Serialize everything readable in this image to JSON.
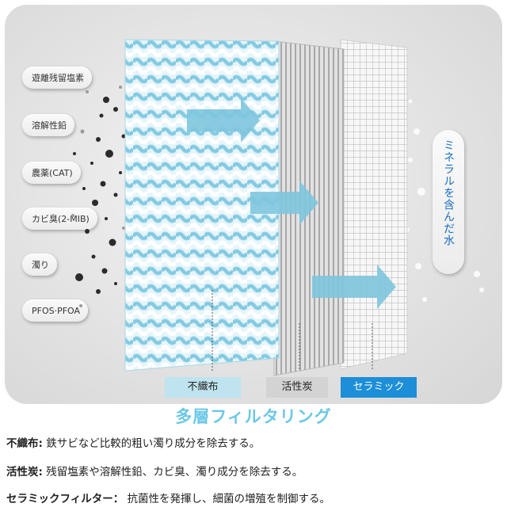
{
  "contaminants": [
    {
      "label": "遊離残留塩素",
      "icon": "contaminant-pill"
    },
    {
      "label": "溶解性鉛",
      "icon": "contaminant-pill"
    },
    {
      "label": "農薬(CAT)",
      "icon": "contaminant-pill"
    },
    {
      "label": "カビ臭(2-MIB)",
      "icon": "contaminant-pill"
    },
    {
      "label": "濁り",
      "icon": "contaminant-pill"
    },
    {
      "label": "PFOS·PFOA",
      "icon": "contaminant-pill"
    }
  ],
  "output_label": "ミネラルを含んだ水",
  "layers": [
    {
      "label": "不織布",
      "bg": "#bfe3ef",
      "color": "#222222"
    },
    {
      "label": "活性炭",
      "bg": "#d3d3d3",
      "color": "#222222"
    },
    {
      "label": "セラミック",
      "bg": "#1d8ed8",
      "color": "#ffffff"
    }
  ],
  "headline": "多層フィルタリング",
  "descriptions": [
    {
      "term": "不織布:",
      "text": " 鉄サビなど比較的粗い濁り成分を除去する。"
    },
    {
      "term": "活性炭:",
      "text": " 残留塩素や溶解性鉛、カビ臭、濁り成分を除去する。"
    },
    {
      "term": "セラミックフィルター：",
      "text": " 抗菌性を発揮し、細菌の増殖を制御する。"
    }
  ],
  "colors": {
    "accent_blue": "#1a6fc0",
    "headline_cyan": "#6cc8e6",
    "arrow": "#7fc6de"
  }
}
